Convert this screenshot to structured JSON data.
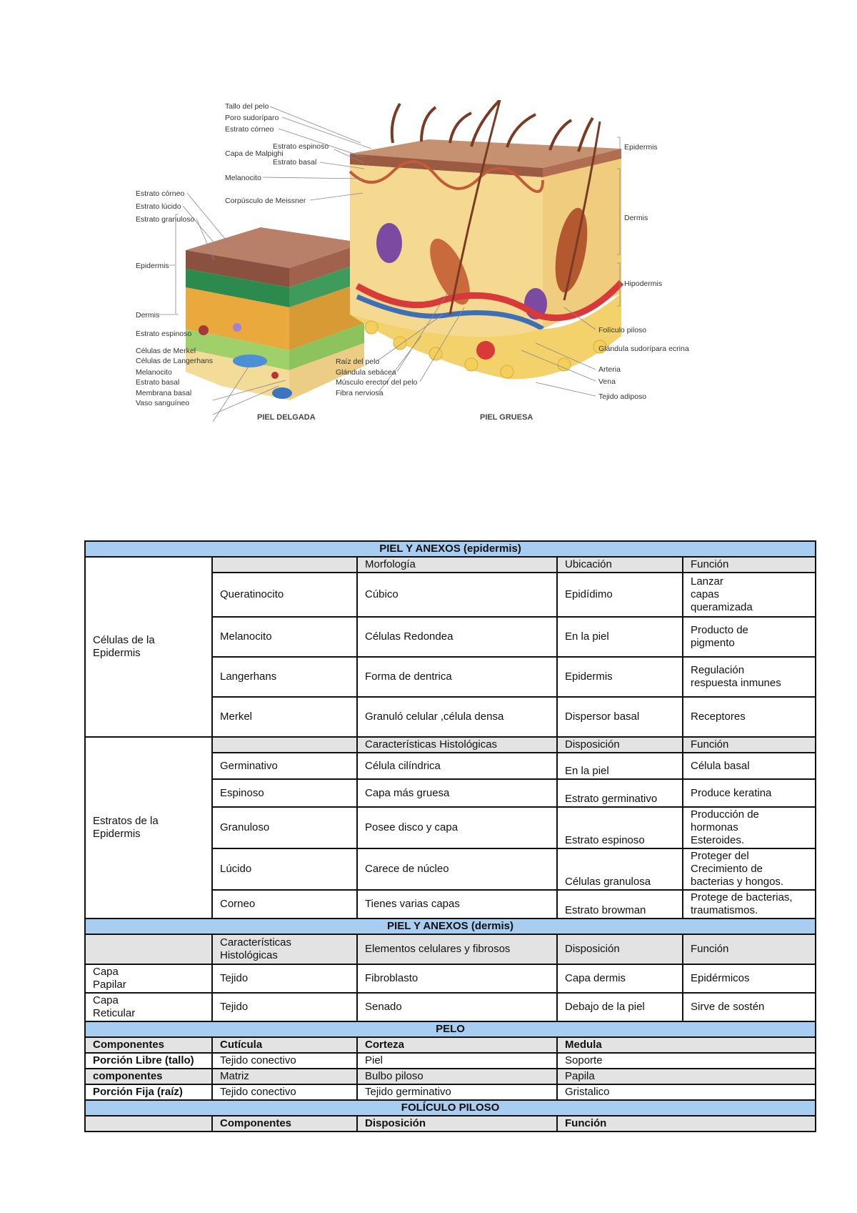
{
  "figure": {
    "labels_thin": [
      "Estrato córneo",
      "Estrato lúcido",
      "Estrato granuloso",
      "Epidermis",
      "Dermis",
      "Estrato espinoso",
      "Células de Merkel",
      "Células de Langerhans",
      "Melanocito",
      "Estrato basal",
      "Membrana basal",
      "Vaso sanguíneo"
    ],
    "labels_top": [
      "Tallo del pelo",
      "Poro sudoríparo",
      "Estrato córneo",
      "Capa de Malpighi",
      "Estrato espinoso",
      "Estrato basal",
      "Melanocito",
      "Corpúsculo de Meissner"
    ],
    "labels_thick_bottom": [
      "Raíz del pelo",
      "Glándula sebácea",
      "Músculo erector del pelo",
      "Fibra nerviosa"
    ],
    "labels_right": [
      "Epidermis",
      "Dermis",
      "Hipodermis",
      "Folículo piloso",
      "Glándula sudorípara ecrina",
      "Arteria",
      "Vena",
      "Tejido adiposo"
    ],
    "caption_left": "PIEL DELGADA",
    "caption_right": "PIEL GRUESA"
  },
  "table": {
    "band_epidermis": "PIEL Y ANEXOS (epidermis)",
    "cells_header": [
      "",
      "Morfología",
      "Ubicación",
      "Función"
    ],
    "cells_group": "Células de la Epidermis",
    "cells_rows": [
      [
        "Queratinocito",
        "Cúbico",
        "Epidídimo",
        "Lanzar\ncapas\nqueramizada"
      ],
      [
        "Melanocito",
        "Células Redondea",
        "En la piel",
        "Producto de\npigmento"
      ],
      [
        "Langerhans",
        "Forma de dentrica",
        "Epidermis",
        "Regulación\nrespuesta inmunes"
      ],
      [
        "Merkel",
        "Granuló celular ,célula densa",
        "Dispersor basal",
        "Receptores"
      ]
    ],
    "strata_header": [
      "",
      "Características Histológicas",
      "Disposición",
      "Función"
    ],
    "strata_group": "Estratos de la Epidermis",
    "strata_rows": [
      [
        "Germinativo",
        "Célula cilíndrica",
        "En la piel",
        "Célula basal"
      ],
      [
        "Espinoso",
        "Capa más gruesa",
        "Estrato germinativo",
        "Produce keratina"
      ],
      [
        "Granuloso",
        "Posee disco y capa",
        "Estrato espinoso",
        "Producción de\nhormonas\nEsteroides."
      ],
      [
        "Lúcido",
        "Carece de núcleo",
        "Células granulosa",
        "Proteger del\nCrecimiento de\nbacterias y hongos."
      ],
      [
        "Corneo",
        "Tienes varias capas",
        "Estrato browman",
        "Protege de bacterias,\ntraumatismos."
      ]
    ],
    "band_dermis": "PIEL Y ANEXOS (dermis)",
    "dermis_header": [
      "",
      "Características\nHistológicas",
      "Elementos celulares y fibrosos",
      "Disposición",
      "Función"
    ],
    "dermis_rows": [
      [
        "Capa\nPapilar",
        "Tejido",
        "Fibroblasto",
        "Capa dermis",
        "Epidérmicos"
      ],
      [
        "Capa\nReticular",
        "Tejido",
        "Senado",
        "Debajo de la piel",
        "Sirve de sostén"
      ]
    ],
    "band_pelo": "PELO",
    "pelo_rows": [
      [
        "Componentes",
        "Cutícula",
        "Corteza",
        "Medula"
      ],
      [
        "Porción Libre (tallo)",
        "Tejido conectivo",
        "Piel",
        "Soporte"
      ],
      [
        "componentes",
        "Matriz",
        "Bulbo piloso",
        "Papila"
      ],
      [
        "Porción Fija (raíz)",
        "Tejido conectivo",
        "Tejido germinativo",
        "Gristalico"
      ]
    ],
    "band_foliculo": "FOLÍCULO PILOSO",
    "foliculo_header": [
      "",
      "Componentes",
      "Disposición",
      "Función"
    ]
  }
}
